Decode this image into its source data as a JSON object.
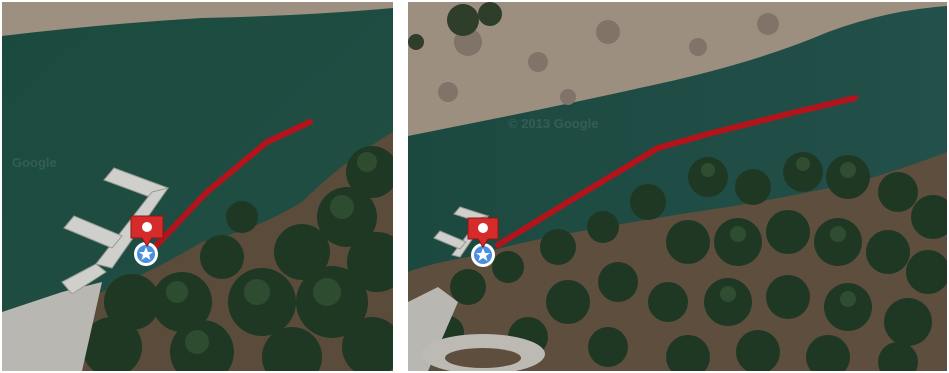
{
  "panels": [
    {
      "id": "left",
      "view": "zoomed-in satellite",
      "watermark": "Google",
      "route_color": "#b3141c",
      "marker": {
        "type": "flag-pin",
        "color": "#d52b2b"
      },
      "location_dot": {
        "icon": "star-icon",
        "color": "#4a8fe0"
      }
    },
    {
      "id": "right",
      "view": "zoomed-out satellite",
      "watermark": "© 2013 Google",
      "route_color": "#b3141c",
      "marker": {
        "type": "flag-pin",
        "color": "#d52b2b"
      },
      "location_dot": {
        "icon": "star-icon",
        "color": "#4a8fe0"
      }
    }
  ],
  "colors": {
    "water": "#1d4a40",
    "rock": "#9a8c7c",
    "forest": "#1e3522",
    "ground": "#6b5a48",
    "dock": "#c8c8c4"
  }
}
